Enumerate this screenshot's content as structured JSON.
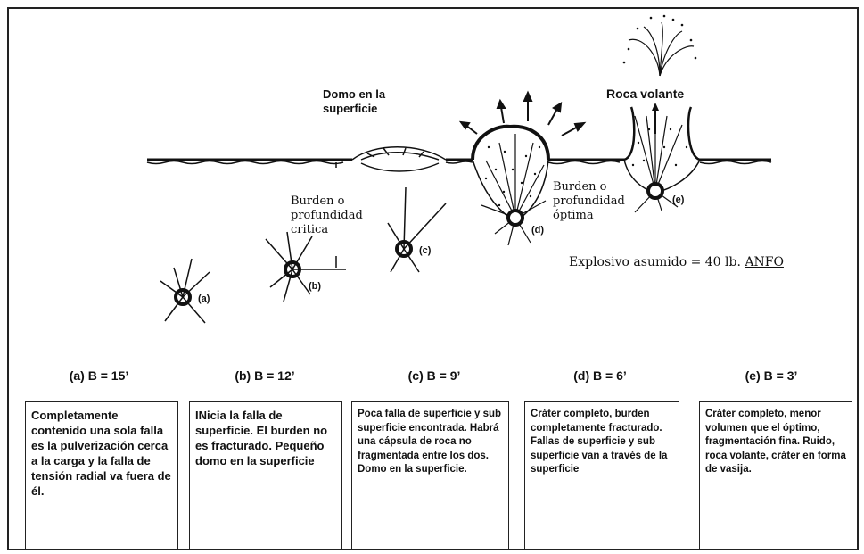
{
  "labels": {
    "dome": "Domo en la\nsuperficie",
    "flyrock": "Roca volante",
    "burden_critical": "Burden o\nprofundidad\ncritica",
    "burden_optimal": "Burden o\nprofundidad\nóptima",
    "a": "(a)",
    "b": "(b)",
    "c": "(c)",
    "d": "(d)",
    "e": "(e)"
  },
  "explosive": {
    "text": "Explosivo asumido = 40 lb.",
    "unit": "ANFO"
  },
  "cases": [
    {
      "caption": "(a)  B = 15’",
      "description": "Completamente contenido una sola falla es la pulverización cerca a la carga y la falla de tensión radial va fuera de él."
    },
    {
      "caption": "(b)  B = 12’",
      "description": "INicia la falla de superficie. El burden no es fracturado. Pequeño domo en la superficie"
    },
    {
      "caption": "(c)  B = 9’",
      "description": "Poca falla de superficie y sub superficie encontrada. Habrá una cápsula de roca no fragmentada entre los dos. Domo en la superficie."
    },
    {
      "caption": "(d)  B = 6’",
      "description": "Cráter completo, burden completamente fracturado. Fallas de superficie y sub superficie van a través de la superficie"
    },
    {
      "caption": "(e)  B = 3’",
      "description": "Cráter completo, menor volumen que el óptimo, fragmentación fina. Ruido, roca volante, cráter en forma de vasija."
    }
  ]
}
